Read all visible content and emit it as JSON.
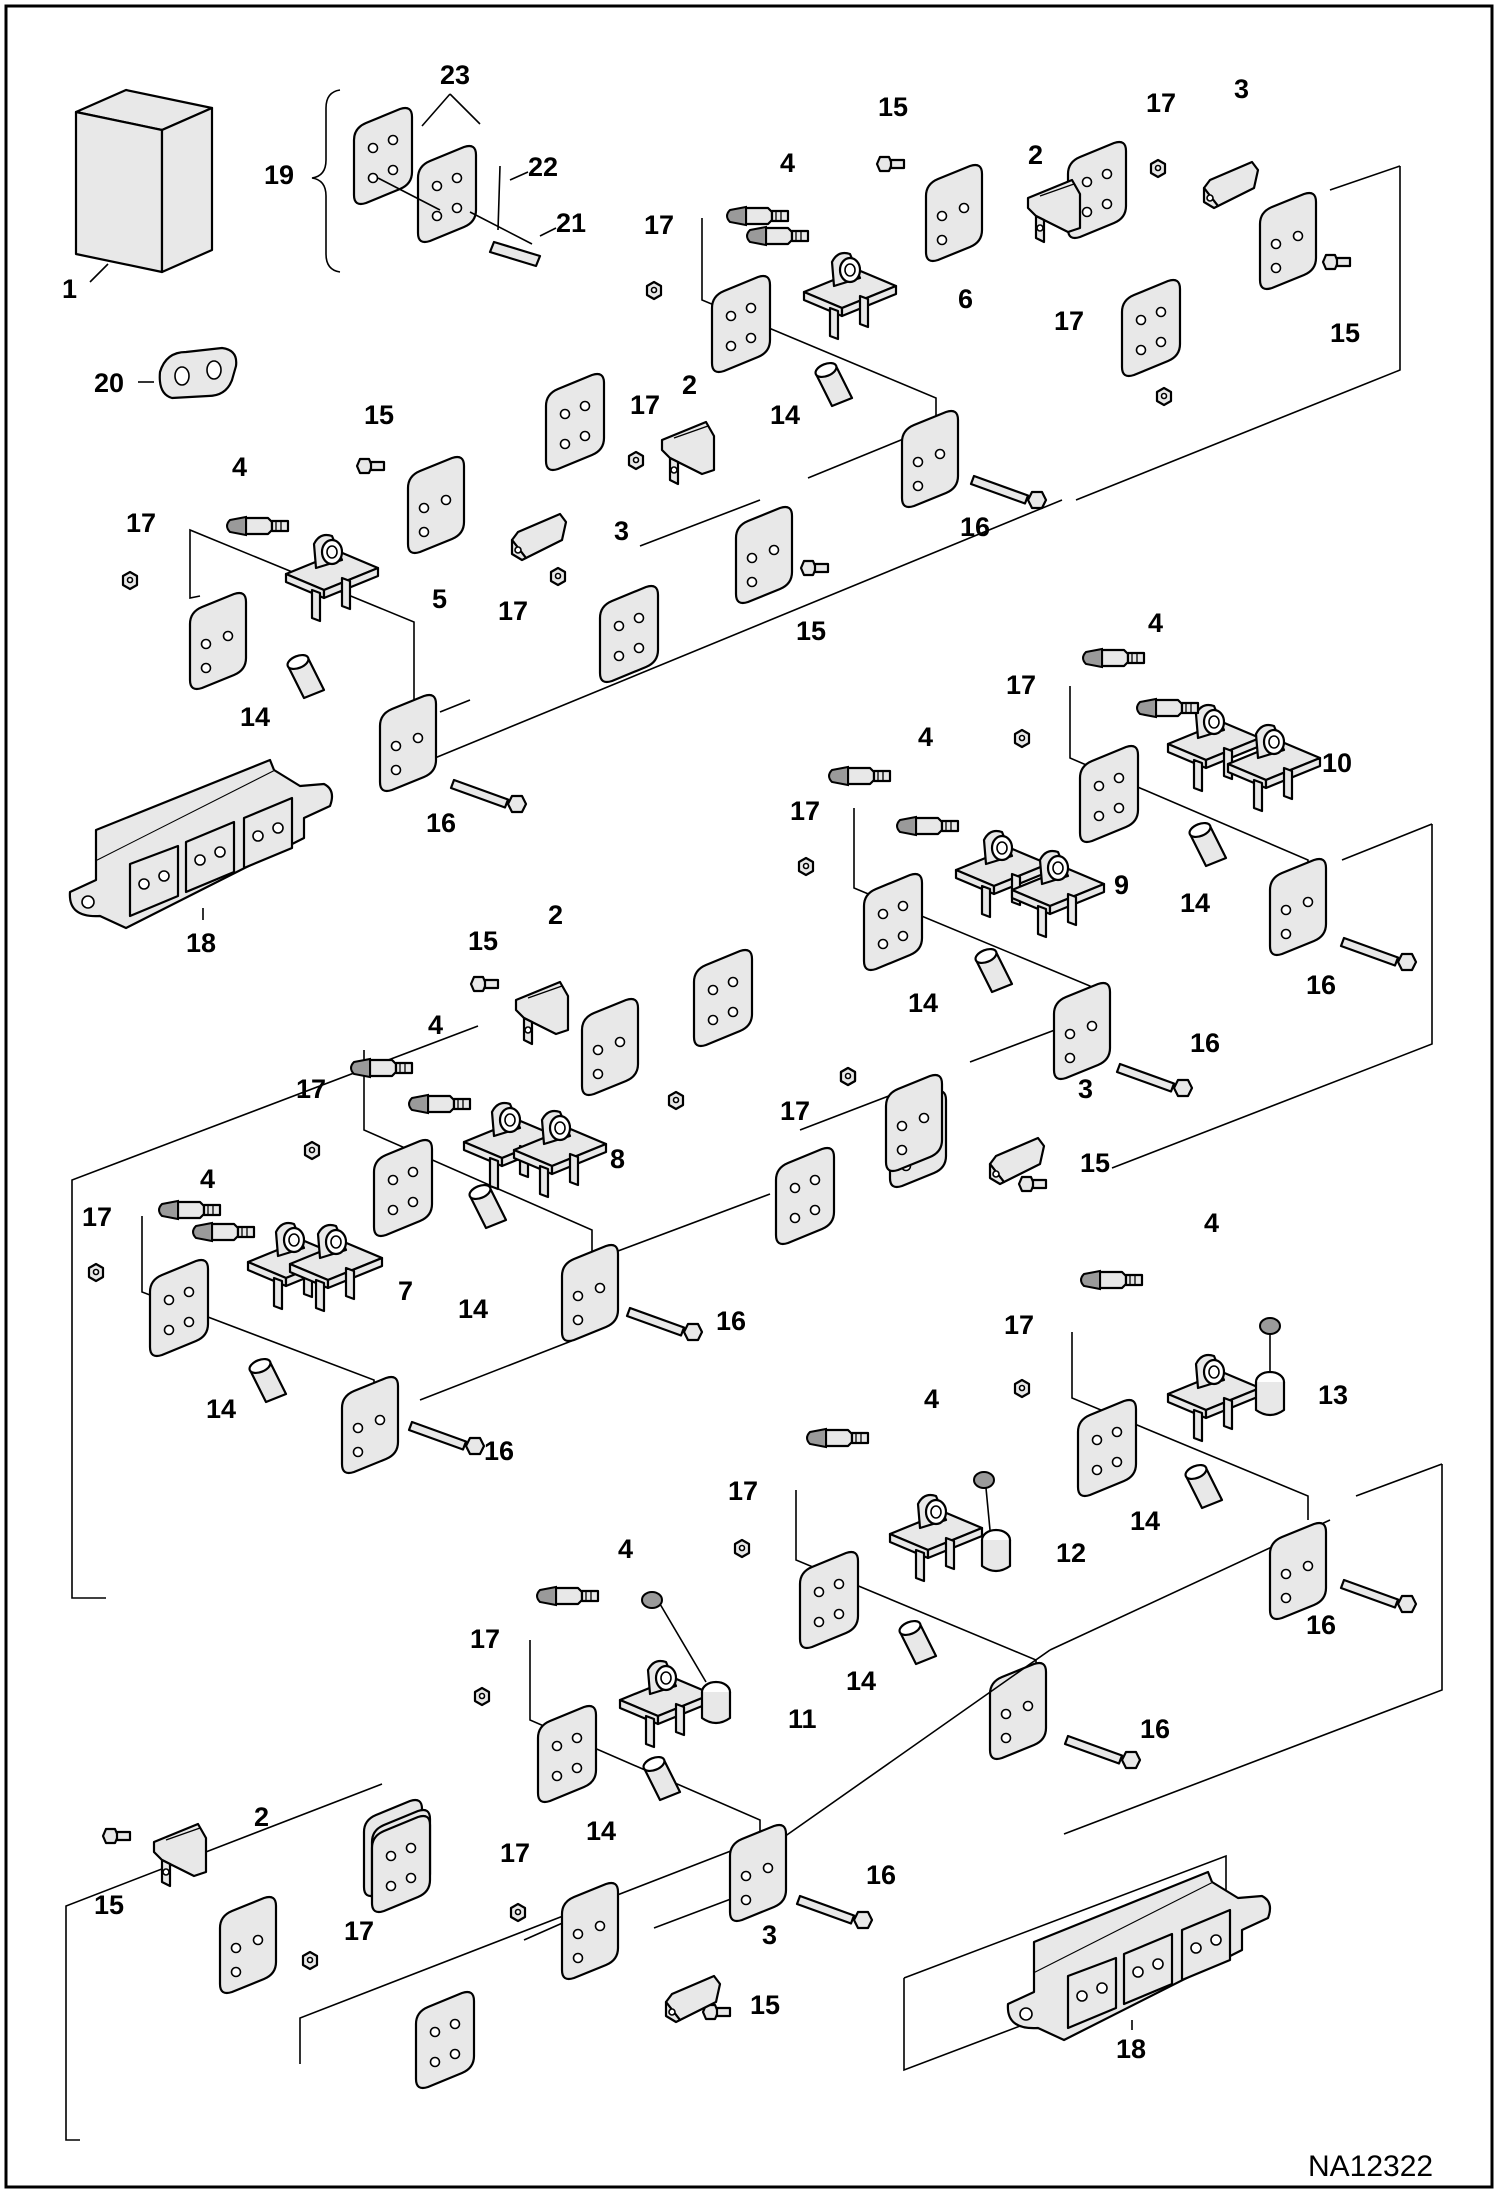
{
  "drawing_code": "NA12322",
  "callouts": [
    "1",
    "2",
    "3",
    "4",
    "5",
    "6",
    "7",
    "8",
    "9",
    "10",
    "11",
    "12",
    "13",
    "14",
    "15",
    "16",
    "17",
    "18",
    "19",
    "20",
    "21",
    "22",
    "23"
  ],
  "labels": [
    {
      "t": "1"
    },
    {
      "t": "19"
    },
    {
      "t": "23"
    },
    {
      "t": "22"
    },
    {
      "t": "21"
    },
    {
      "t": "20"
    },
    {
      "t": "4"
    },
    {
      "t": "15"
    },
    {
      "t": "2"
    },
    {
      "t": "17"
    },
    {
      "t": "3"
    },
    {
      "t": "17"
    },
    {
      "t": "6"
    },
    {
      "t": "17"
    },
    {
      "t": "15"
    },
    {
      "t": "14"
    },
    {
      "t": "16"
    },
    {
      "t": "15"
    },
    {
      "t": "17"
    },
    {
      "t": "2"
    },
    {
      "t": "4"
    },
    {
      "t": "17"
    },
    {
      "t": "3"
    },
    {
      "t": "5"
    },
    {
      "t": "17"
    },
    {
      "t": "15"
    },
    {
      "t": "14"
    },
    {
      "t": "16"
    },
    {
      "t": "18"
    },
    {
      "t": "4"
    },
    {
      "t": "17"
    },
    {
      "t": "10"
    },
    {
      "t": "4"
    },
    {
      "t": "17"
    },
    {
      "t": "9"
    },
    {
      "t": "14"
    },
    {
      "t": "16"
    },
    {
      "t": "14"
    },
    {
      "t": "16"
    },
    {
      "t": "15"
    },
    {
      "t": "2"
    },
    {
      "t": "4"
    },
    {
      "t": "17"
    },
    {
      "t": "8"
    },
    {
      "t": "4"
    },
    {
      "t": "17"
    },
    {
      "t": "7"
    },
    {
      "t": "14"
    },
    {
      "t": "16"
    },
    {
      "t": "14"
    },
    {
      "t": "16"
    },
    {
      "t": "17"
    },
    {
      "t": "3"
    },
    {
      "t": "15"
    },
    {
      "t": "4"
    },
    {
      "t": "17"
    },
    {
      "t": "13"
    },
    {
      "t": "14"
    },
    {
      "t": "16"
    },
    {
      "t": "4"
    },
    {
      "t": "17"
    },
    {
      "t": "12"
    },
    {
      "t": "14"
    },
    {
      "t": "16"
    },
    {
      "t": "4"
    },
    {
      "t": "17"
    },
    {
      "t": "11"
    },
    {
      "t": "14"
    },
    {
      "t": "16"
    },
    {
      "t": "2"
    },
    {
      "t": "15"
    },
    {
      "t": "17"
    },
    {
      "t": "17"
    },
    {
      "t": "3"
    },
    {
      "t": "15"
    },
    {
      "t": "18"
    }
  ]
}
